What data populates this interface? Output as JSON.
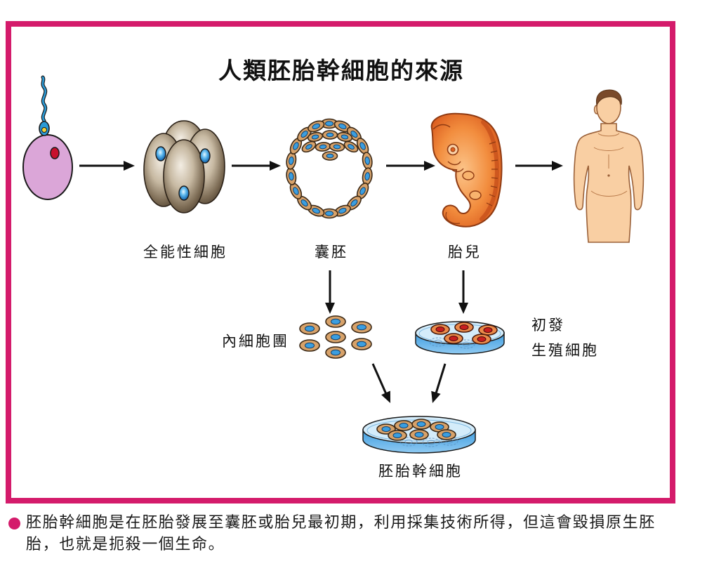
{
  "title": "人類胚胎幹細胞的來源",
  "stages": {
    "totipotent_cells": "全能性細胞",
    "blastocyst": "囊胚",
    "fetus": "胎兒"
  },
  "derived": {
    "inner_cell_mass": "內細胞團",
    "primordial_germ_cells": [
      "初發",
      "生殖細胞"
    ],
    "embryonic_stem_cells": "胚胎幹細胞"
  },
  "caption": {
    "lines": [
      "胚胎幹細胞是在胚胎發展至囊胚或胎兒最初期，利用採集技術所得，但這會毀損原生胚",
      "胎，也就是扼殺一個生命。"
    ]
  },
  "illustrations": {
    "fertilized_egg": "fertilized-egg-icon",
    "totipotent_cells": "totipotent-cells-icon",
    "blastocyst": "blastocyst-icon",
    "fetus": "fetus-icon",
    "adult": "human-adult-icon",
    "inner_cell_mass": "inner-cell-mass-icon",
    "germ_cell_dish": "petri-dish-icon",
    "stem_cell_dish": "petri-dish-icon"
  },
  "colors": {
    "frame": "#d41b6b",
    "bullet": "#d41b6b",
    "egg": "#dba6d8",
    "egg_nucleus": "#c8102e",
    "sperm": "#2b9ad6",
    "cell_body": "#d7a26a",
    "cell_outline": "#3a2816",
    "cell_nucleus": "#3b9ee0",
    "germ_cell": "#eb8a4a",
    "germ_cell_nucleus": "#c81e1e",
    "faint_cell": "#5b8fc0",
    "skin": "#f9cfa3",
    "arrow": "#111111"
  }
}
